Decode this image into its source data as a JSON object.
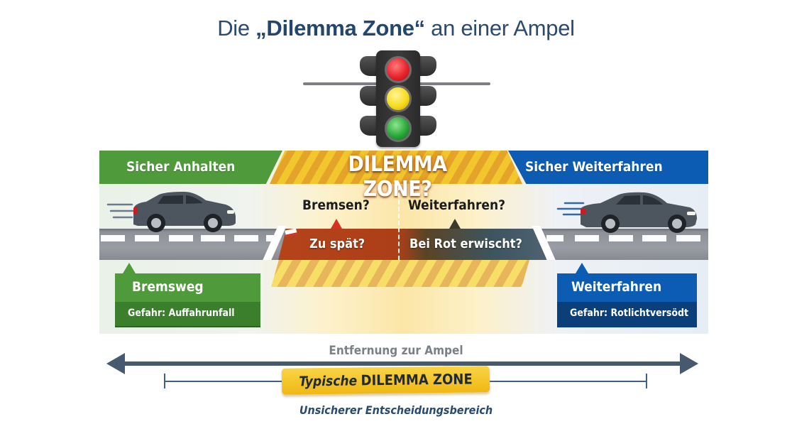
{
  "title": {
    "prefix": "Die ",
    "emphasis": "„Dilemma Zone“",
    "suffix": " an einer Ampel"
  },
  "traffic_light": {
    "lights": [
      "red",
      "yellow",
      "green"
    ],
    "colors": {
      "red": "#e8232b",
      "yellow": "#f6dd1c",
      "green": "#27a83a"
    }
  },
  "header": {
    "left": "Sicher Anhalten",
    "center": "DILEMMA ZONE?",
    "right": "Sicher Weiterfahren"
  },
  "questions": {
    "brake": "Bremsen?",
    "continue": "Weiterfahren?",
    "brake_risk": "Zu spät?",
    "continue_risk": "Bei Rot erwischt?"
  },
  "left_box": {
    "title": "Bremsweg",
    "danger": "Gefahr: Auffahrunfall"
  },
  "right_box": {
    "title": "Weiterfahren",
    "danger": "Gefahr: Rotlichtversödt"
  },
  "axis": {
    "label": "Entfernung zur Ampel",
    "badge_italic": "Typische",
    "badge_bold": "DILEMMA ZONE",
    "caption": "Unsicherer Entscheidungsbereich"
  },
  "colors": {
    "green": "#4f9b3c",
    "green_dark": "#3b7f2c",
    "blue": "#0c5cb3",
    "blue_dark": "#0a3f7a",
    "stripe_orange": "#e3a429",
    "stripe_yellow": "#f2c72e",
    "title_blue": "#2a4a6e"
  }
}
